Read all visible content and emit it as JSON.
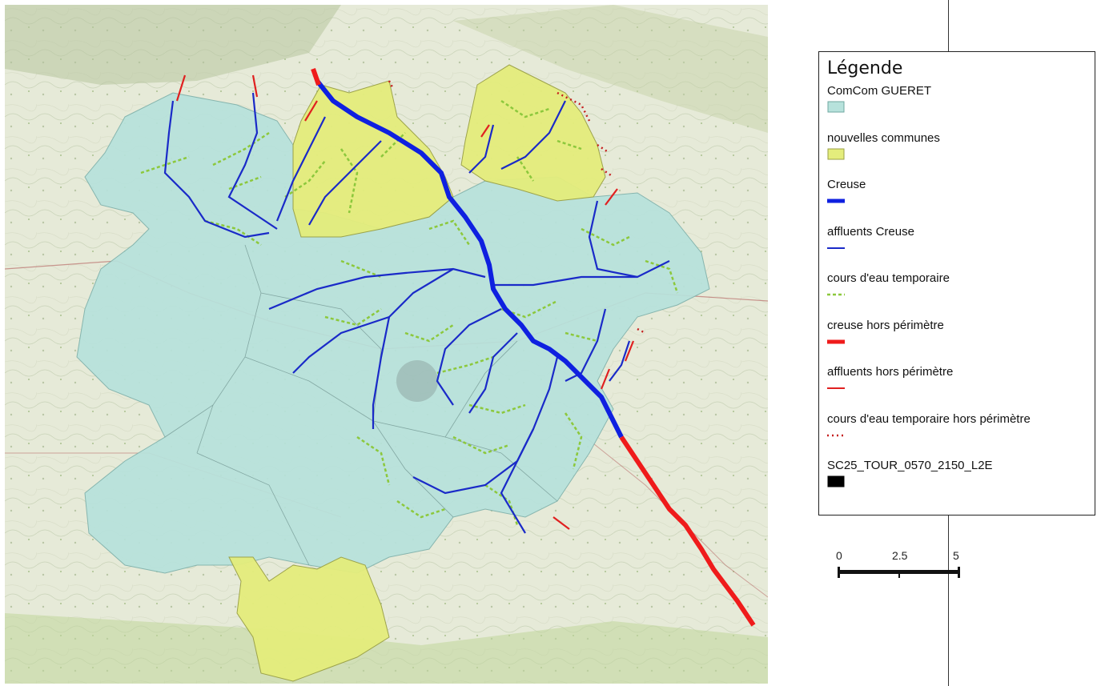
{
  "legend": {
    "title": "Légende",
    "items": [
      {
        "label": "ComCom GUERET",
        "kind": "fill",
        "fill": "#b7e2dc",
        "stroke": "#6fa8a0"
      },
      {
        "label": "nouvelles communes",
        "kind": "fill",
        "fill": "#e4ed7c",
        "stroke": "#9aa044"
      },
      {
        "label": "Creuse",
        "kind": "line",
        "color": "#0f20e0",
        "width": 5,
        "dash": ""
      },
      {
        "label": "affluents Creuse",
        "kind": "line",
        "color": "#1a2ac8",
        "width": 2,
        "dash": ""
      },
      {
        "label": "cours d'eau temporaire",
        "kind": "line",
        "color": "#8cc83c",
        "width": 2.5,
        "dash": "4 3"
      },
      {
        "label": "creuse hors périmètre",
        "kind": "line",
        "color": "#ef1b1b",
        "width": 5,
        "dash": ""
      },
      {
        "label": "affluents hors périmètre",
        "kind": "line",
        "color": "#e02020",
        "width": 2,
        "dash": ""
      },
      {
        "label": "cours d'eau temporaire hors périmètre",
        "kind": "line",
        "color": "#c51e1e",
        "width": 2.5,
        "dash": "2 4"
      },
      {
        "label": "SC25_TOUR_0570_2150_L2E",
        "kind": "fill",
        "fill": "#000000",
        "stroke": "#000000"
      }
    ]
  },
  "scale": {
    "labels": [
      "0",
      "2.5",
      "5"
    ]
  },
  "colors": {
    "comcom": "#b7e2dc",
    "new_communes": "#e4ed7c",
    "creuse": "#0f20e0",
    "affluents": "#1a2ac8",
    "temporary": "#8cc83c",
    "out_creuse": "#ef1b1b",
    "out_affluents": "#e02020",
    "basemap": "#e8eadc"
  }
}
